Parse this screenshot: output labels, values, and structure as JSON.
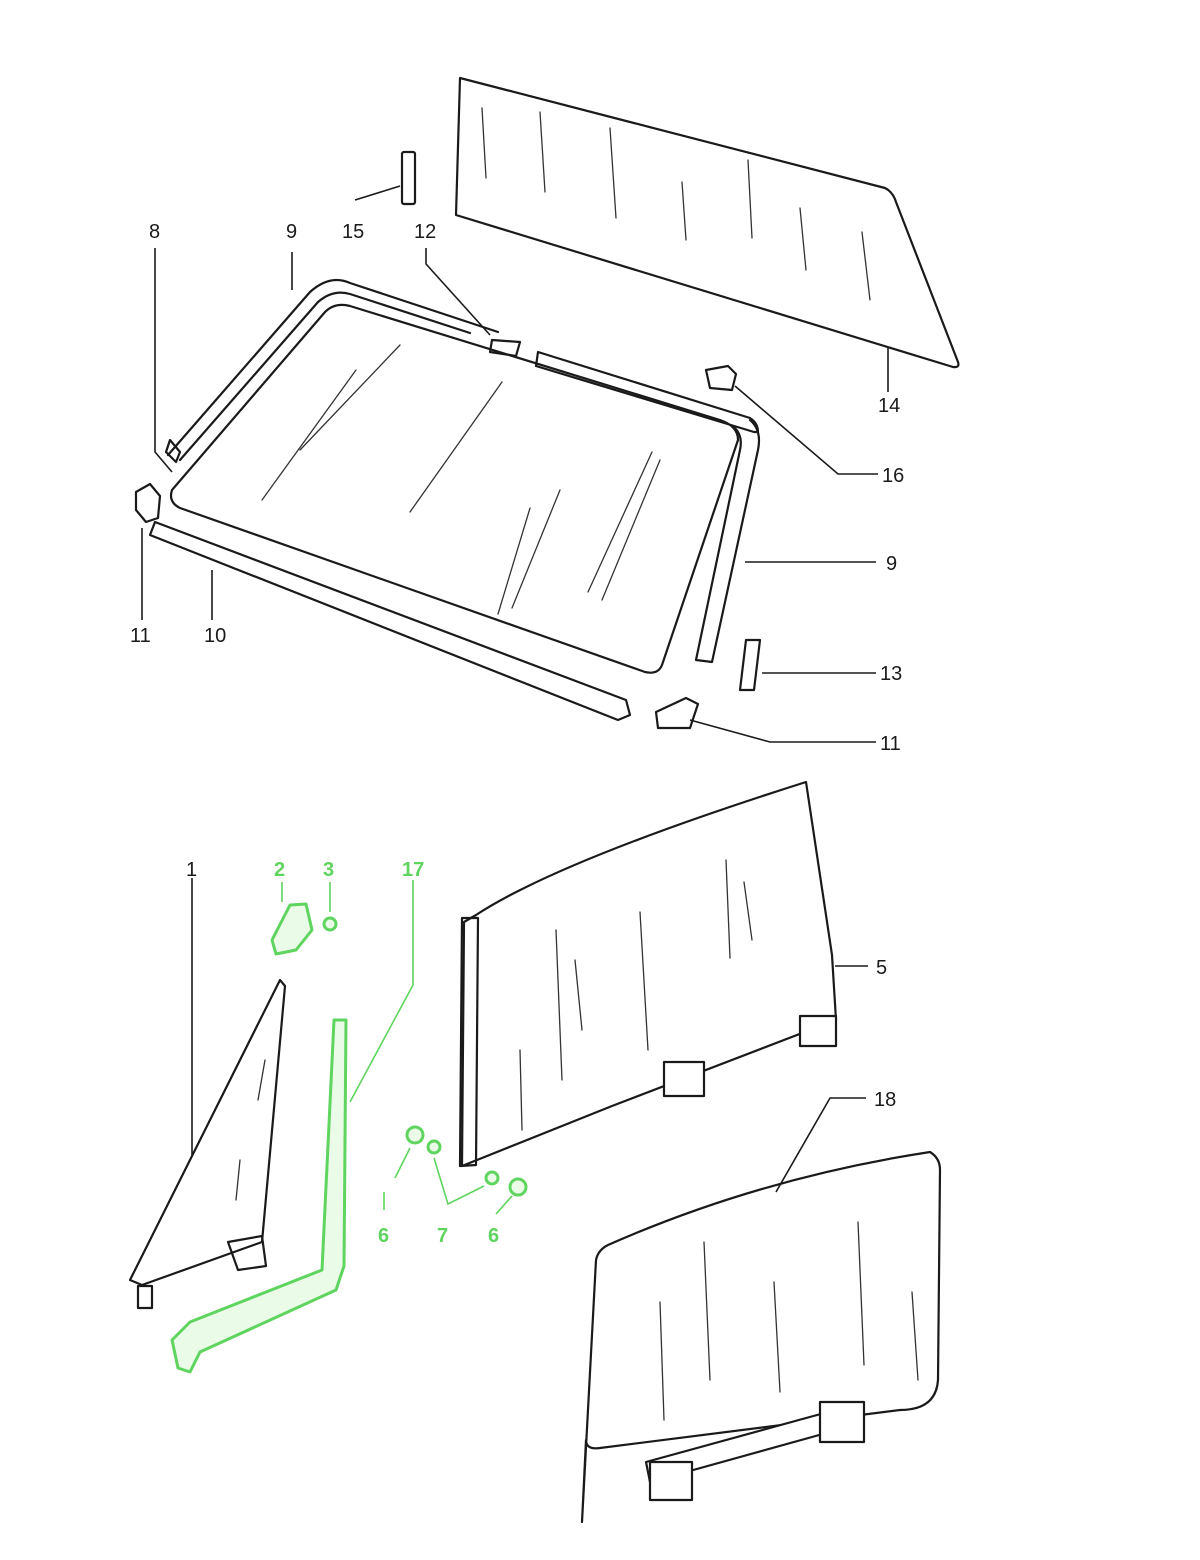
{
  "callouts": {
    "c1": "1",
    "c2": "2",
    "c3": "3",
    "c5": "5",
    "c6a": "6",
    "c6b": "6",
    "c7": "7",
    "c8": "8",
    "c9a": "9",
    "c9b": "9",
    "c10": "10",
    "c11a": "11",
    "c11b": "11",
    "c12": "12",
    "c13": "13",
    "c14": "14",
    "c15": "15",
    "c16": "16",
    "c17": "17",
    "c18": "18"
  },
  "highlighted_parts": [
    "2",
    "3",
    "6",
    "7",
    "17"
  ],
  "colors": {
    "line": "#1a1a1a",
    "highlight": "#5fd45f",
    "background": "#ffffff"
  }
}
